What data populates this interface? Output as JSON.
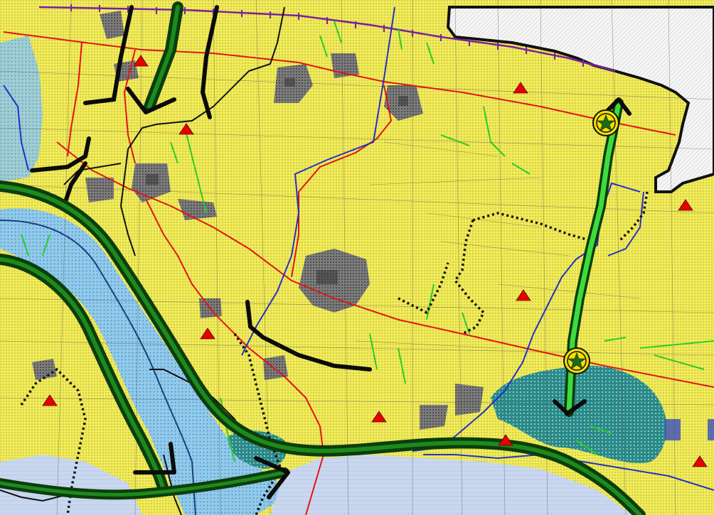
{
  "map": {
    "kind": "regional land-use planning map",
    "labels_visible": false,
    "colors": {
      "agricultural_fill": "#f2ec58",
      "agricultural_dot": "#a3a33a",
      "river_light": "#8fc8e8",
      "river_dark": "#0f7f86",
      "wetland": "#2d8c8a",
      "lake": "#c7d7ef",
      "urban_gray": "#4a4a4a",
      "road_red": "#e01515",
      "channel_blue": "#2430c8",
      "corridor_green": "#19b21d",
      "railway_purple": "#7b1fa2",
      "marker_red": "#e40000",
      "marker_yellow": "#f1e000",
      "boundary_black": "#000000"
    },
    "legend_categories": [
      "agricultural-area",
      "river",
      "wetland",
      "urban-settlement",
      "road-network",
      "drainage-channel",
      "ecological-corridor",
      "railway",
      "point-of-interest-triangle",
      "star-node",
      "administrative-boundary",
      "flow-arrow"
    ]
  }
}
